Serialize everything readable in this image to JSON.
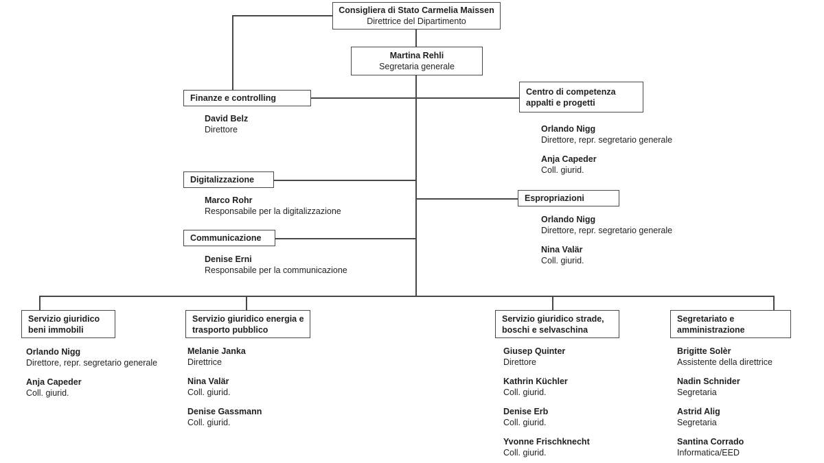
{
  "director_box": {
    "name": "Consigliera di Stato Carmelia Maissen",
    "role": "Direttrice del Dipartimento"
  },
  "secretary_box": {
    "name": "Martina Rehli",
    "role": "Segretaria generale"
  },
  "units": [
    {
      "title": "Finanze e controlling",
      "staff": [
        {
          "name": "David Belz",
          "role": "Direttore"
        }
      ]
    },
    {
      "title": "Centro di competenza appalti e progetti",
      "staff": [
        {
          "name": "Orlando Nigg",
          "role": "Direttore, repr. segretario generale"
        },
        {
          "name": "Anja Capeder",
          "role": "Coll. giurid."
        }
      ]
    },
    {
      "title": "Digitalizzazione",
      "staff": [
        {
          "name": "Marco Rohr",
          "role": "Responsabile per la digitalizzazione"
        }
      ]
    },
    {
      "title": "Espropriazioni",
      "staff": [
        {
          "name": "Orlando Nigg",
          "role": "Direttore, repr. segretario generale"
        },
        {
          "name": "Nina Valär",
          "role": "Coll. giurid."
        }
      ]
    },
    {
      "title": "Communicazione",
      "staff": [
        {
          "name": "Denise Erni",
          "role": "Responsabile per la communicazione"
        }
      ]
    }
  ],
  "departments": [
    {
      "title": "Servizio giuridico beni immobili",
      "staff": [
        {
          "name": "Orlando Nigg",
          "role": "Direttore, repr. segretario generale"
        },
        {
          "name": "Anja Capeder",
          "role": "Coll. giurid."
        }
      ]
    },
    {
      "title": "Servizio giuridico energia e trasporto pubblico",
      "staff": [
        {
          "name": "Melanie Janka",
          "role": "Direttrice"
        },
        {
          "name": "Nina Valär",
          "role": "Coll. giurid."
        },
        {
          "name": "Denise Gassmann",
          "role": "Coll. giurid."
        }
      ]
    },
    {
      "title": "Servizio giuridico strade, boschi e selvaschina",
      "staff": [
        {
          "name": "Giusep Quinter",
          "role": "Direttore"
        },
        {
          "name": "Kathrin Küchler",
          "role": "Coll. giurid."
        },
        {
          "name": "Denise Erb",
          "role": "Coll. giurid."
        },
        {
          "name": "Yvonne Frischknecht",
          "role": "Coll. giurid."
        }
      ]
    },
    {
      "title": "Segretariato e amministrazione",
      "staff": [
        {
          "name": "Brigitte Solèr",
          "role": "Assistente della direttrice"
        },
        {
          "name": "Nadin Schnider",
          "role": "Segretaria"
        },
        {
          "name": "Astrid Alig",
          "role": "Segretaria"
        },
        {
          "name": "Santina Corrado",
          "role": "Informatica/EED"
        }
      ]
    }
  ]
}
